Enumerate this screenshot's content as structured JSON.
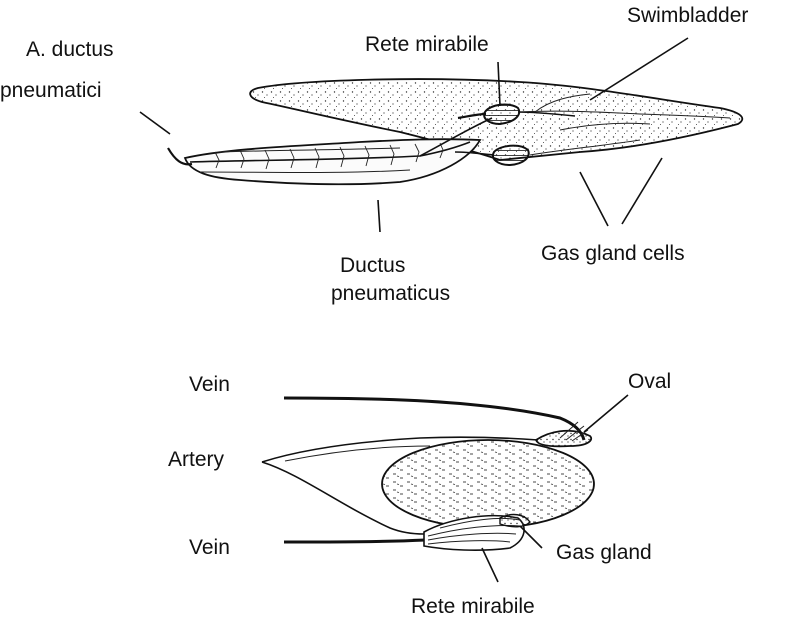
{
  "top_diagram": {
    "labels": {
      "a_ductus_line1": "A. ductus",
      "a_ductus_line2": "pneumatici",
      "rete_mirabile": "Rete mirabile",
      "swimbladder": "Swimbladder",
      "ductus_line1": "Ductus",
      "ductus_line2": "pneumaticus",
      "gas_gland_cells": "Gas gland cells"
    }
  },
  "bottom_diagram": {
    "labels": {
      "vein_top": "Vein",
      "oval": "Oval",
      "artery": "Artery",
      "vein_bottom": "Vein",
      "gas_gland": "Gas gland",
      "rete_mirabile": "Rete mirabile"
    }
  },
  "colors": {
    "ink": "#111111",
    "background": "#ffffff"
  }
}
